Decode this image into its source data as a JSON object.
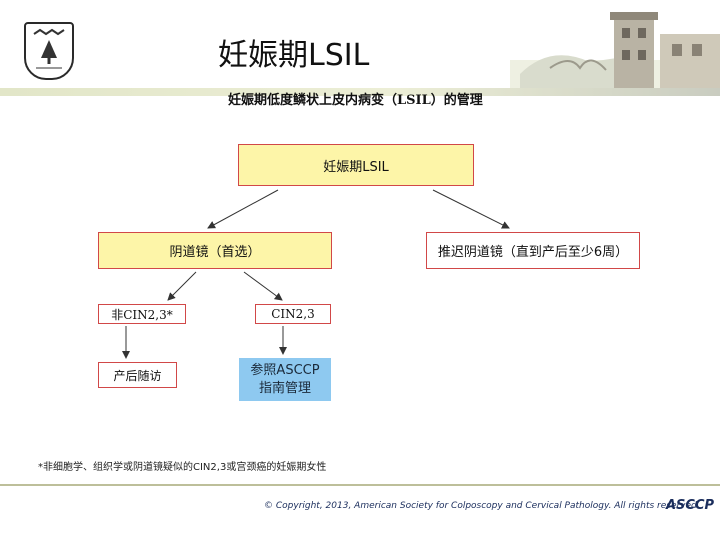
{
  "header": {
    "title": "妊娠期LSIL",
    "subtitle": "妊娠期低度鳞状上皮内病变（LSIL）的管理"
  },
  "flowchart": {
    "root": "妊娠期LSIL",
    "colposcopy": "阴道镜（首选）",
    "defer": "推迟阴道镜（直到产后至少6周）",
    "non_cin": "非CIN2,3*",
    "cin": "CIN2,3",
    "postpartum": "产后随访",
    "asccp_line1": "参照ASCCP",
    "asccp_line2": "指南管理"
  },
  "footnote": "*非细胞学、组织学或阴道镜疑似的CIN2,3或宫颈癌的妊娠期女性",
  "footer": {
    "copyright": "© Copyright, 2013, American Society for Colposcopy and Cervical Pathology. All rights reserved.",
    "logo": "ASCCP"
  },
  "colors": {
    "box_fill": "#fdf5a8",
    "box_border": "#d14848",
    "highlight_fill": "#8ec9f0",
    "copyright_text": "#1a2d5c"
  }
}
